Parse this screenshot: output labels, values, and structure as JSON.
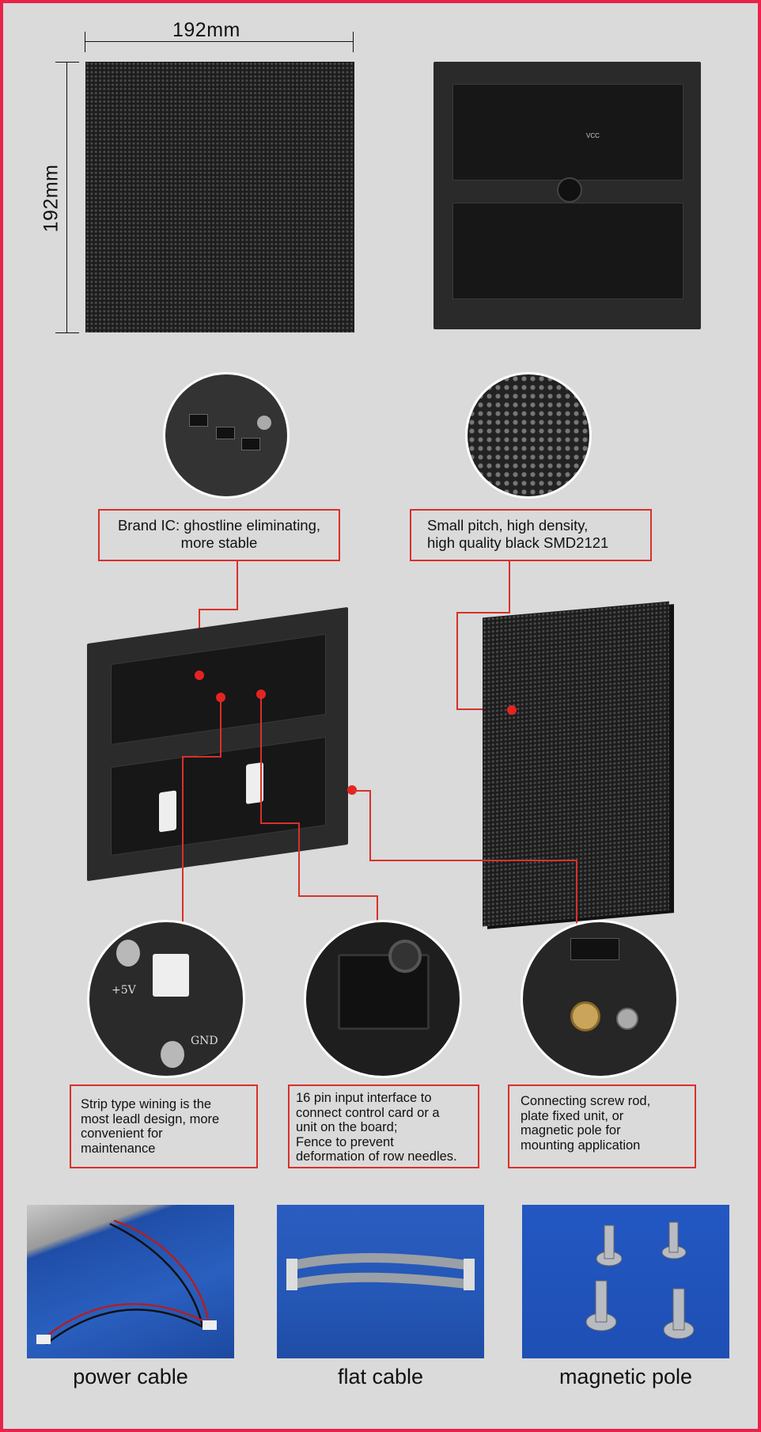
{
  "dimensions": {
    "width_label": "192mm",
    "height_label": "192mm"
  },
  "callouts": {
    "brand_ic": "Brand IC: ghostline eliminating,\nmore stable",
    "small_pitch": "Small pitch, high density,\nhigh quality black SMD2121",
    "strip_wiring": "Strip type wining is the\nmost leadl design, more\nconvenient for\nmaintenance",
    "pin_interface": "16 pin input interface to\nconnect control card or a\nunit on the board;\nFence to prevent\ndeformation of row needles.",
    "screw_rod": "Connecting screw rod,\nplate fixed unit, or\nmagnetic pole for\nmounting application"
  },
  "board_labels": {
    "vcc": "VCC",
    "gnd": "GND",
    "plus5v": "+5V"
  },
  "accessories": [
    {
      "label": "power cable"
    },
    {
      "label": "flat cable"
    },
    {
      "label": "magnetic pole"
    }
  ],
  "colors": {
    "border": "#e8224a",
    "callout_line": "#d9302b",
    "dot": "#e52421",
    "background": "#dadada"
  }
}
